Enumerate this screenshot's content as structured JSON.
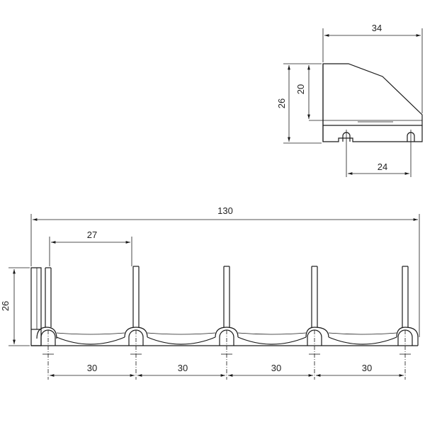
{
  "side_view": {
    "dim_width": "34",
    "dim_height_total": "26",
    "dim_height_body": "20",
    "dim_hole_spacing": "24"
  },
  "front_view": {
    "dim_overall_length": "130",
    "dim_cup_width": "27",
    "dim_height": "26",
    "dim_pitch": [
      "30",
      "30",
      "30",
      "30"
    ]
  },
  "colors": {
    "line": "#1a1a1a",
    "background": "#ffffff"
  }
}
